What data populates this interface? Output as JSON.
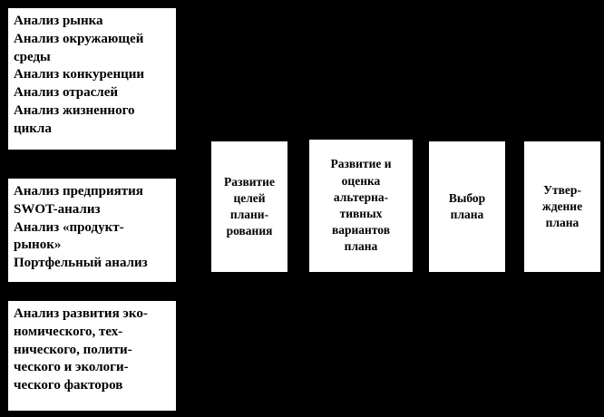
{
  "diagram": {
    "background_color": "#000000",
    "box_fill_color": "#ffffff",
    "text_color": "#000000",
    "left_boxes": [
      {
        "name": "external-analysis",
        "text": "Анализ рынка\nАнализ окружающей среды\nАнализ конкуренции\nАнализ отраслей\nАнализ жизненного цикла"
      },
      {
        "name": "enterprise-analysis",
        "text": "Анализ предприятия\nSWOT-анализ\nАнализ «продукт-\nрынок»\nПортфельный анализ"
      },
      {
        "name": "factors-analysis",
        "text": "Анализ развития эко-\nномического, тех-\nнического, полити-\nческого и экологи-\nческого факторов"
      }
    ],
    "flow_boxes": [
      {
        "name": "goals-development",
        "text": "Развитие\nцелей\nплани-\nрования"
      },
      {
        "name": "alternatives-evaluation",
        "text": "Развитие и\nоценка\nальтерна-\nтивных\nвариантов\nплана"
      },
      {
        "name": "plan-selection",
        "text": "Выбор\nплана"
      },
      {
        "name": "plan-approval",
        "text": "Утвер-\nждение\nплана"
      }
    ]
  }
}
